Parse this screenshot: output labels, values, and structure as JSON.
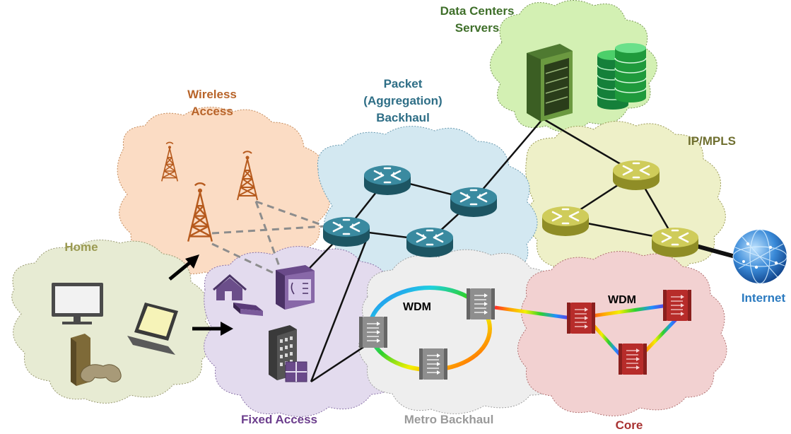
{
  "labels": {
    "data_centers": "Data Centers",
    "servers": "Servers",
    "wireless": "Wireless",
    "access": "Access",
    "packet": "Packet",
    "aggregation": "(Aggregation)",
    "backhaul": "Backhaul",
    "ip_mpls": "IP/MPLS",
    "home": "Home",
    "fixed_access": "Fixed Access",
    "metro_backhaul": "Metro Backhaul",
    "core": "Core",
    "internet": "Internet",
    "wdm_metro": "WDM",
    "wdm_core": "WDM"
  },
  "colors": {
    "data_center_cloud": "#d3f0b3",
    "wireless_cloud": "#fbdcc4",
    "packet_cloud": "#d3e8f1",
    "ip_mpls_cloud": "#eef0c8",
    "home_cloud": "#e7ebd3",
    "fixed_cloud": "#e3dbee",
    "metro_cloud": "#eeeeee",
    "core_cloud": "#f2d1d1",
    "router_teal": "#2b6f80",
    "router_yellow": "#b4b23e",
    "wdm_red": "#c0312f",
    "rack_green": "#4f7a31",
    "server_green": "#1f9a3c",
    "tower_orange": "#b65a1d"
  },
  "icons": [
    "router-icon",
    "server-rack-icon",
    "database-icon",
    "cell-tower-icon",
    "monitor-icon",
    "laptop-icon",
    "game-console-icon",
    "house-icon",
    "modem-icon",
    "office-building-icon",
    "olt-switch-icon",
    "wdm-node-icon",
    "globe-icon"
  ]
}
